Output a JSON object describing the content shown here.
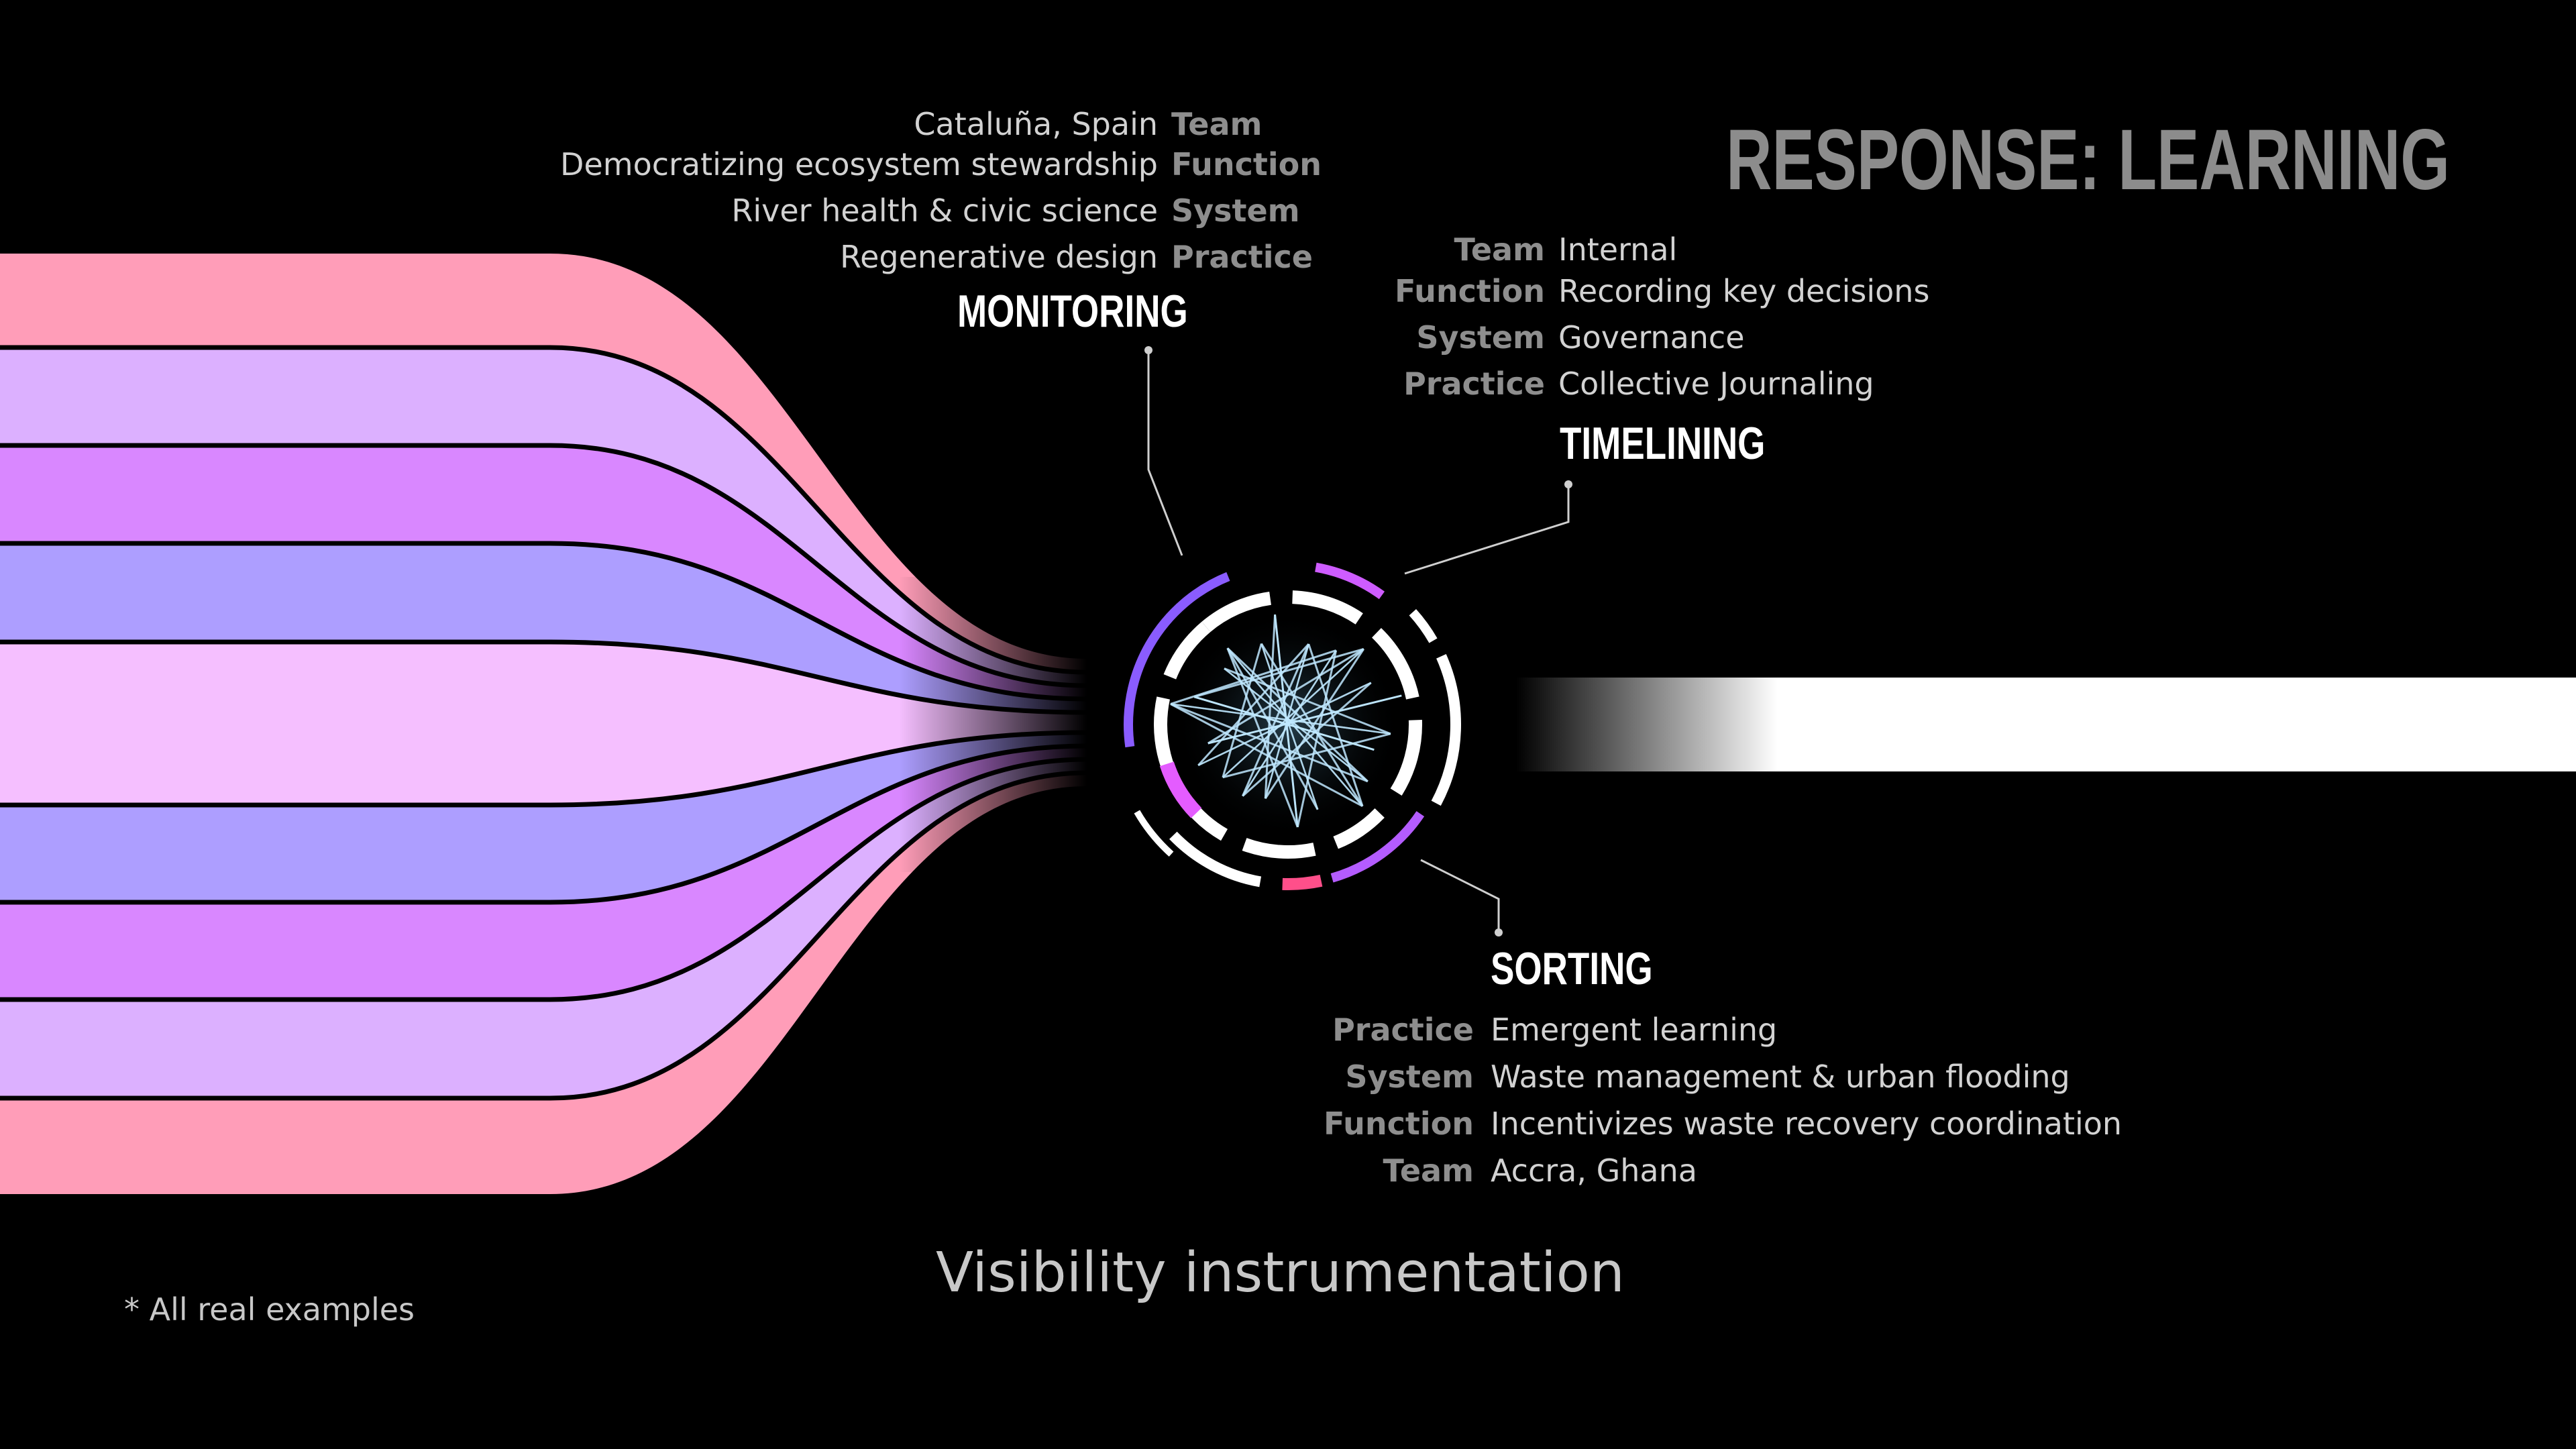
{
  "page_title": "RESPONSE: LEARNING",
  "footer_title": "Visibility instrumentation",
  "footnote": "* All real examples",
  "colors": {
    "background": "#000000",
    "bands": [
      "#ff9db8",
      "#dcb0ff",
      "#d987ff",
      "#ad9eff",
      "#f5bfff",
      "#ad9eff",
      "#d987ff",
      "#dcb0ff",
      "#ff9db8"
    ],
    "ring_accents": [
      "#8a5cff",
      "#ce5cff",
      "#e45cff",
      "#ff4f8a",
      "#b45cff"
    ],
    "network": "#bfe8ff",
    "heading": "#ffffff",
    "value_text": "#d2d2d2",
    "key_text": "#8e8e8e"
  },
  "monitoring": {
    "heading": "MONITORING",
    "rows": [
      {
        "value": "Cataluña, Spain",
        "key": "Team"
      },
      {
        "value": "Democratizing ecosystem stewardship",
        "key": "Function"
      },
      {
        "value": "River health & civic science",
        "key": "System"
      },
      {
        "value": "Regenerative design",
        "key": "Practice"
      }
    ]
  },
  "timelining": {
    "heading": "TIMELINING",
    "rows": [
      {
        "key": "Team",
        "value": "Internal"
      },
      {
        "key": "Function",
        "value": "Recording key decisions"
      },
      {
        "key": "System",
        "value": "Governance"
      },
      {
        "key": "Practice",
        "value": "Collective Journaling"
      }
    ]
  },
  "sorting": {
    "heading": "SORTING",
    "rows": [
      {
        "key": "Practice",
        "value": "Emergent learning"
      },
      {
        "key": "System",
        "value": "Waste management & urban flooding"
      },
      {
        "key": "Function",
        "value": "Incentivizes waste recovery coordination"
      },
      {
        "key": "Team",
        "value": "Accra, Ghana"
      }
    ]
  }
}
